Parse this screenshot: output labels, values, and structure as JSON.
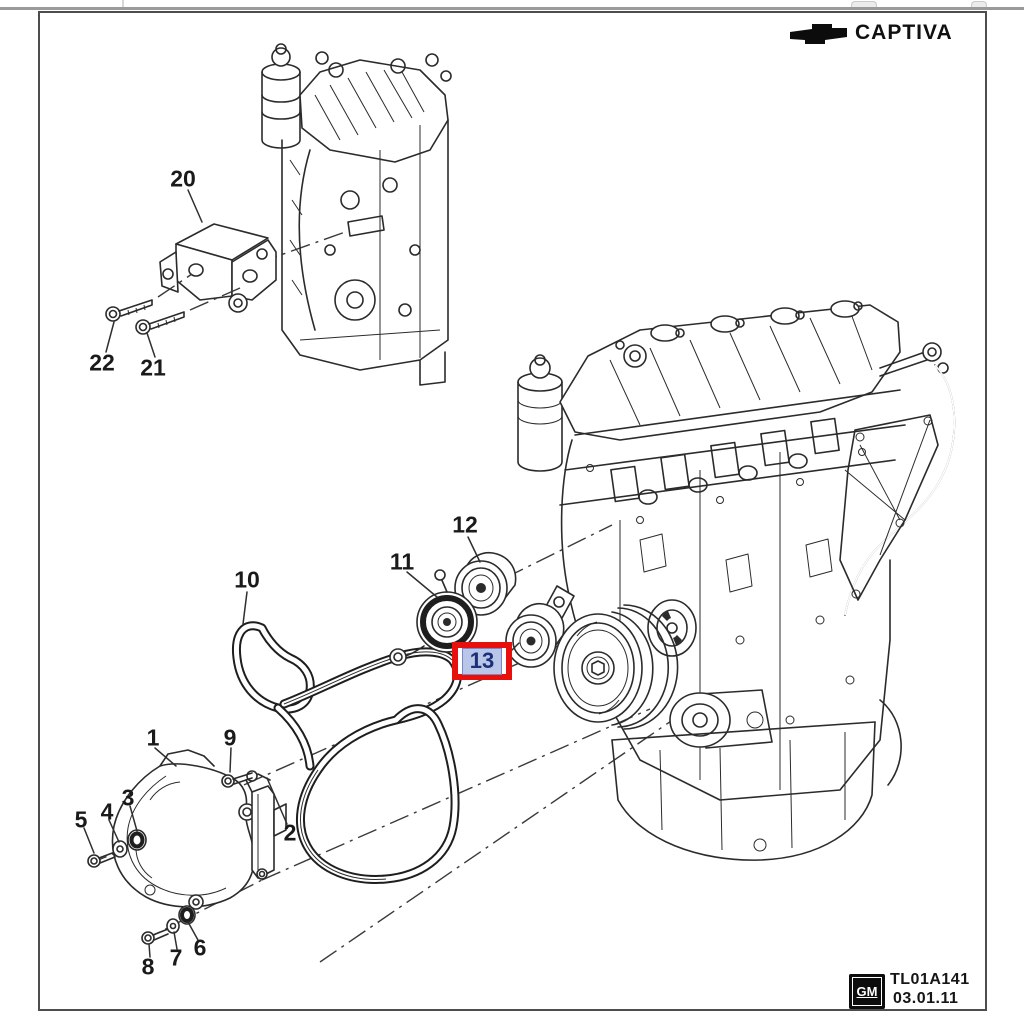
{
  "brand": {
    "logo_icon": "chevrolet-bowtie-icon",
    "name": "CAPTIVA"
  },
  "diagram": {
    "type": "exploded-parts-line-drawing",
    "description": "engine drive belt, tensioner, pulleys, belt cover and engine mount bracket",
    "callouts": [
      {
        "label": "1"
      },
      {
        "label": "2"
      },
      {
        "label": "3"
      },
      {
        "label": "4"
      },
      {
        "label": "5"
      },
      {
        "label": "6"
      },
      {
        "label": "7"
      },
      {
        "label": "8"
      },
      {
        "label": "9"
      },
      {
        "label": "10"
      },
      {
        "label": "11"
      },
      {
        "label": "12"
      },
      {
        "label": "20"
      },
      {
        "label": "21"
      },
      {
        "label": "22"
      }
    ],
    "highlighted_callout": {
      "label": "13"
    }
  },
  "footer": {
    "gm_logo_text": "GM",
    "drawing_number": "TL01A141",
    "date": "03.01.11"
  },
  "colors": {
    "line": "#2b2b2b",
    "page_border": "#4d4d4d",
    "background": "#ffffff",
    "highlight_box": "#e8100c",
    "highlight_fill": "#b9c6e8",
    "highlight_text": "#1b2f7a"
  }
}
